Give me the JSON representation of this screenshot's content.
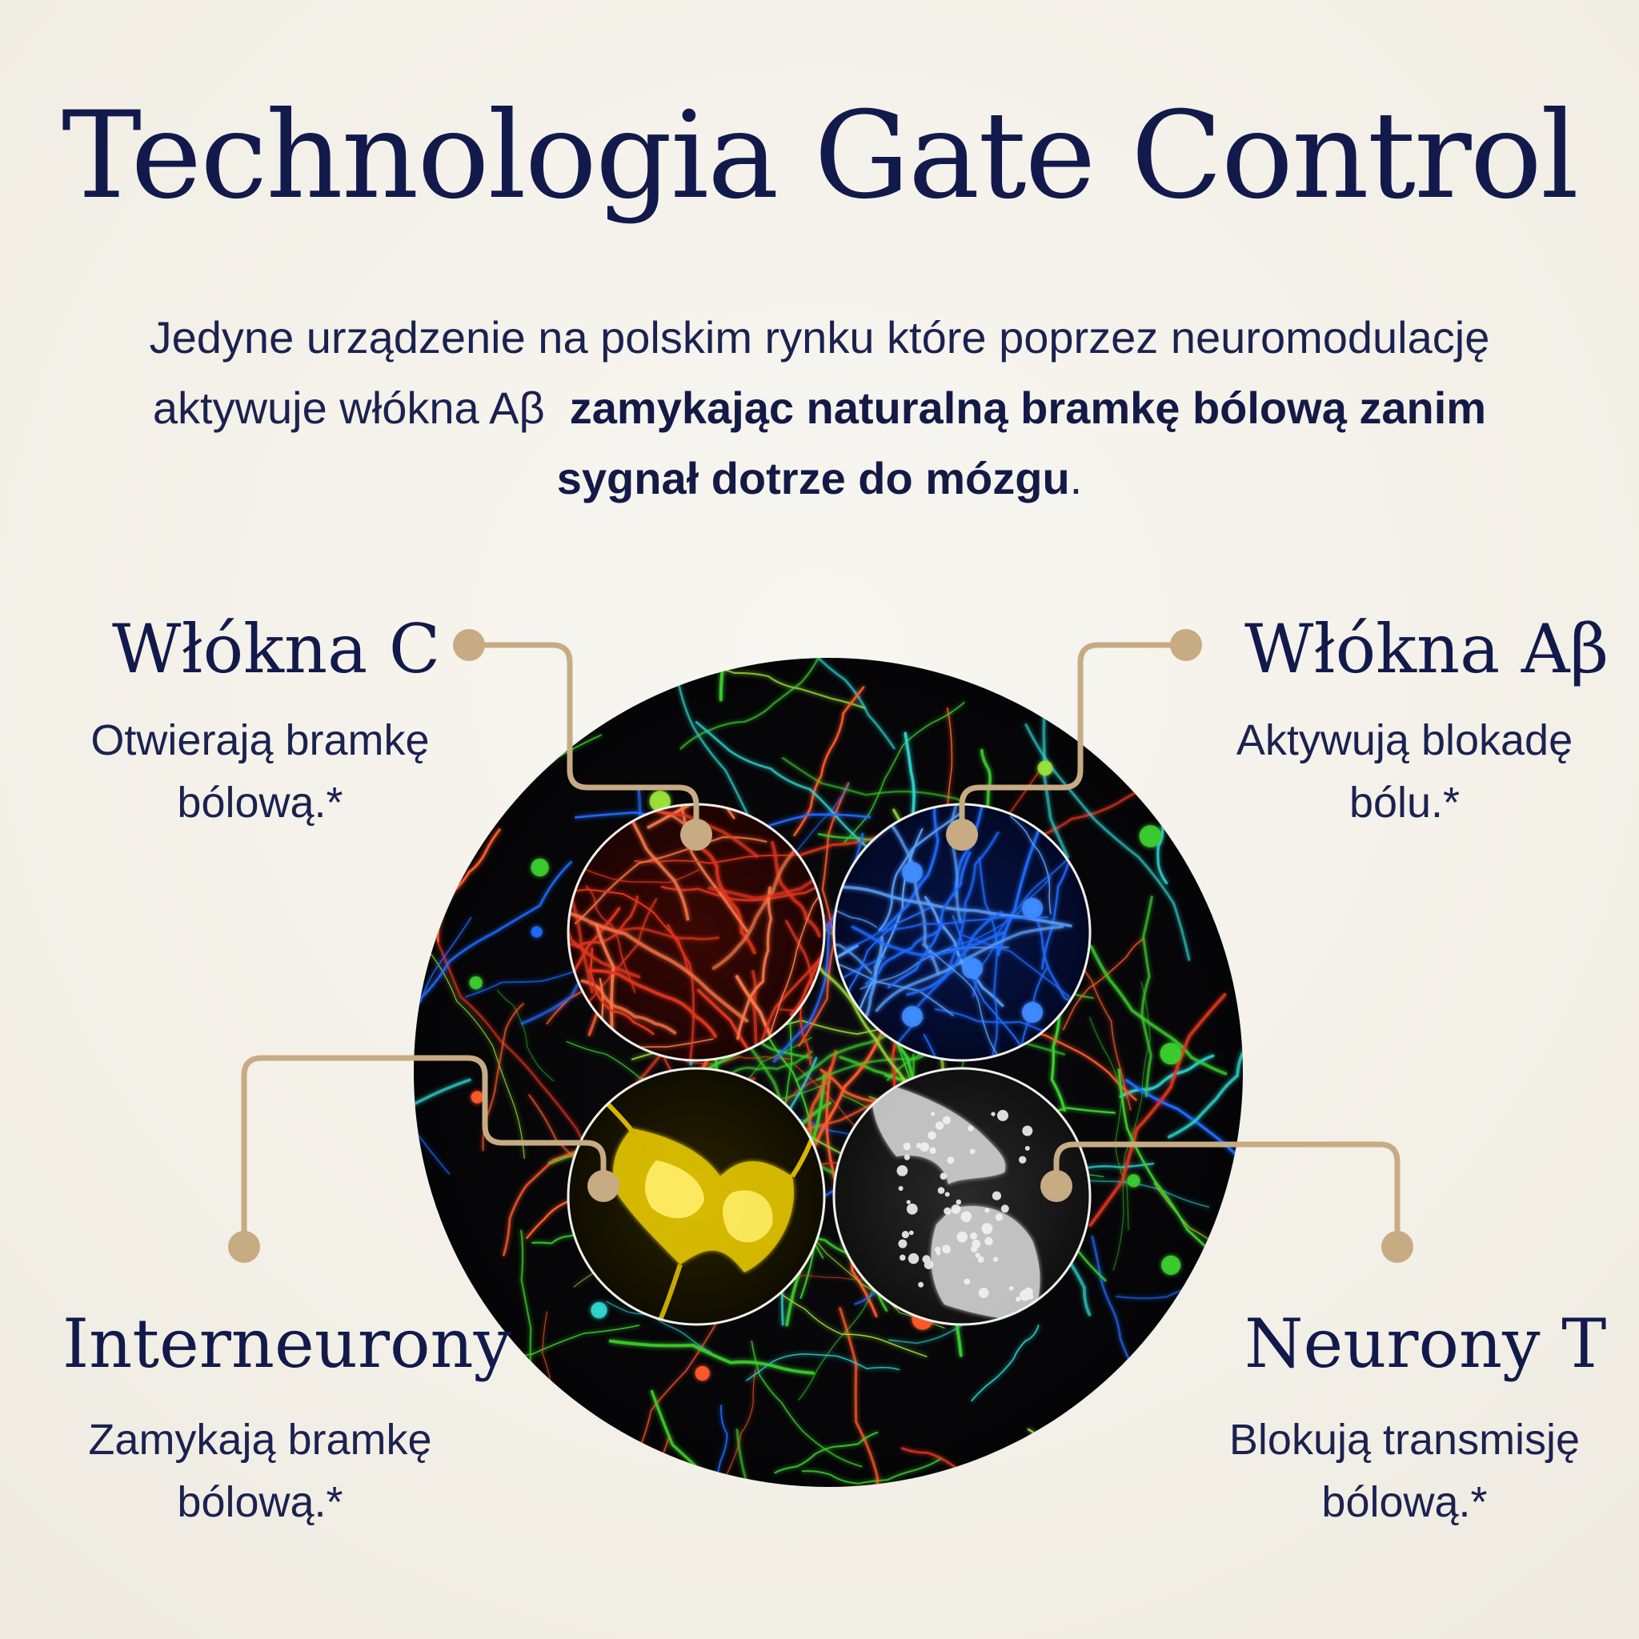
{
  "title": "Technologia Gate Control",
  "subtitle": {
    "line1": "Jedyne urządzenie na polskim rynku które poprzez neuromodulację",
    "line2_normal": "aktywuje włókna Aβ",
    "line2_bold": "zamykając naturalną bramkę bólową zanim",
    "line3_bold": "sygnał dotrze do mózgu",
    "line3_end": "."
  },
  "labels": {
    "c_fibers": {
      "title": "Włókna C",
      "desc_line1": "Otwierają bramkę",
      "desc_line2": "bólową.*"
    },
    "ab_fibers": {
      "title": "Włókna Aβ",
      "desc_line1": "Aktywują blokadę",
      "desc_line2": "bólu.*"
    },
    "interneurons": {
      "title": "Interneurony",
      "desc_line1": "Zamykają bramkę",
      "desc_line2": "bólową.*"
    },
    "t_neurons": {
      "title": "Neurony T",
      "desc_line1": "Blokują transmisję",
      "desc_line2": "bólową.*"
    }
  },
  "colors": {
    "background": "#f4f1ea",
    "navy": "#121a4c",
    "connector": "#c7ab83",
    "red_cells": "#e2361f",
    "blue_cells": "#1f6cff",
    "yellow_cells": "#ffe100",
    "gray_cells": "#cfcfcf",
    "green_network": "#3ccd2d"
  }
}
